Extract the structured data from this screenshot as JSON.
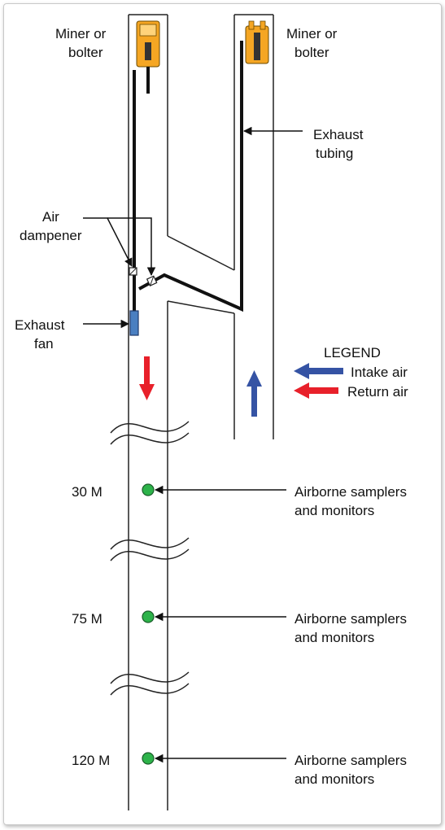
{
  "labels": {
    "miner_left_1": "Miner or",
    "miner_left_2": "bolter",
    "miner_right_1": "Miner or",
    "miner_right_2": "bolter",
    "exhaust_tubing_1": "Exhaust",
    "exhaust_tubing_2": "tubing",
    "air_dampener_1": "Air",
    "air_dampener_2": "dampener",
    "exhaust_fan_1": "Exhaust",
    "exhaust_fan_2": "fan"
  },
  "legend": {
    "title": "LEGEND",
    "intake": "Intake air",
    "return": "Return air"
  },
  "stations": [
    {
      "distance": "30 M",
      "label_1": "Airborne samplers",
      "label_2": "and monitors"
    },
    {
      "distance": "75 M",
      "label_1": "Airborne samplers",
      "label_2": "and monitors"
    },
    {
      "distance": "120 M",
      "label_1": "Airborne samplers",
      "label_2": "and monitors"
    }
  ],
  "colors": {
    "intake_air": "#3553a4",
    "return_air": "#e8202a",
    "fan": "#4a7fc1",
    "sampler": "#2db34a",
    "machine": "#f5a623"
  }
}
